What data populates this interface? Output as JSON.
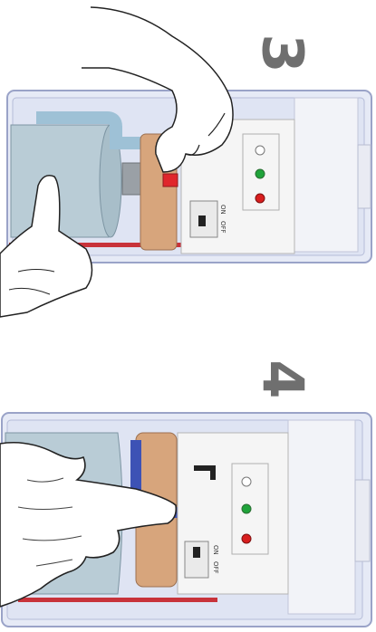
{
  "steps": [
    {
      "number": "3",
      "switch_labels": [
        "ON",
        "OFF"
      ],
      "led_colors": [
        "#ffffff",
        "#1fa33a",
        "#d81e1e"
      ]
    },
    {
      "number": "4",
      "switch_labels": [
        "ON",
        "OFF"
      ],
      "led_colors": [
        "#ffffff",
        "#1fa33a",
        "#d81e1e"
      ]
    }
  ],
  "colors": {
    "housing": "#e6eaf6",
    "housing_edge": "#9aa3c8",
    "cylinder": "#b9ccd6",
    "tube": "#3d52b5",
    "copper": "#d7a57c",
    "plug": "#e0262c",
    "panel": "#f5f5f5"
  }
}
